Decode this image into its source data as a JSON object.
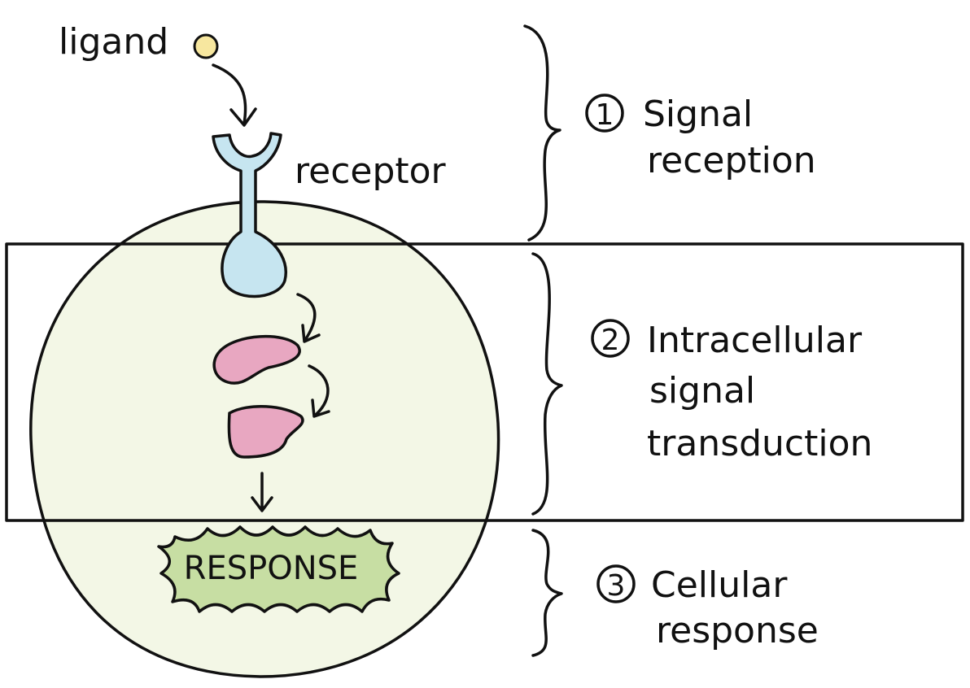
{
  "labels": {
    "ligand": "ligand",
    "receptor": "receptor",
    "response": "RESPONSE"
  },
  "steps": [
    {
      "number": "1",
      "line1": "Signal",
      "line2": "reception",
      "line3": ""
    },
    {
      "number": "2",
      "line1": "Intracellular",
      "line2": "signal",
      "line3": "transduction"
    },
    {
      "number": "3",
      "line1": "Cellular",
      "line2": "response",
      "line3": ""
    }
  ],
  "colors": {
    "cell": "#f3f7e6",
    "receptor": "#c6e5f0",
    "protein": "#e8a7c1",
    "response": "#c7dea3",
    "ligand": "#f7e79f"
  }
}
